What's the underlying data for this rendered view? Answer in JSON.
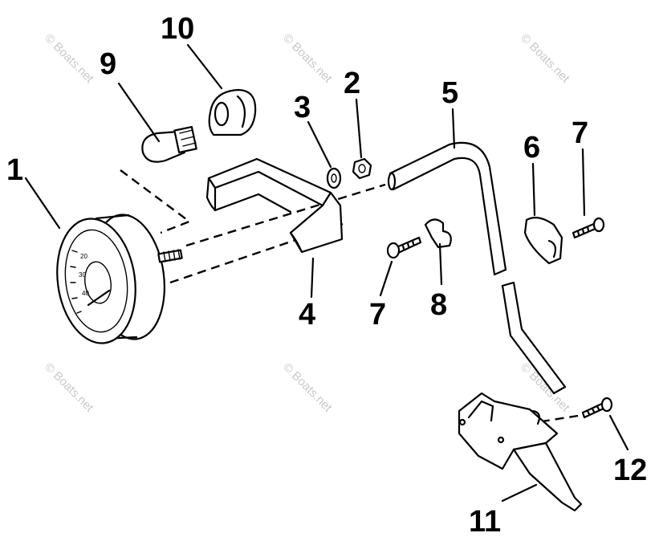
{
  "callouts": {
    "c1": "1",
    "c2": "2",
    "c3": "3",
    "c4": "4",
    "c5": "5",
    "c6": "6",
    "c7a": "7",
    "c7b": "7",
    "c8": "8",
    "c9": "9",
    "c10": "10",
    "c11": "11",
    "c12": "12"
  },
  "watermarks": [
    "© Boats.net",
    "© Boats.net",
    "© Boats.net",
    "© Boats.net",
    "© Boats.net",
    "© Boats.net"
  ],
  "gauge": {
    "dial_labels": [
      "20",
      "30",
      "40"
    ]
  }
}
